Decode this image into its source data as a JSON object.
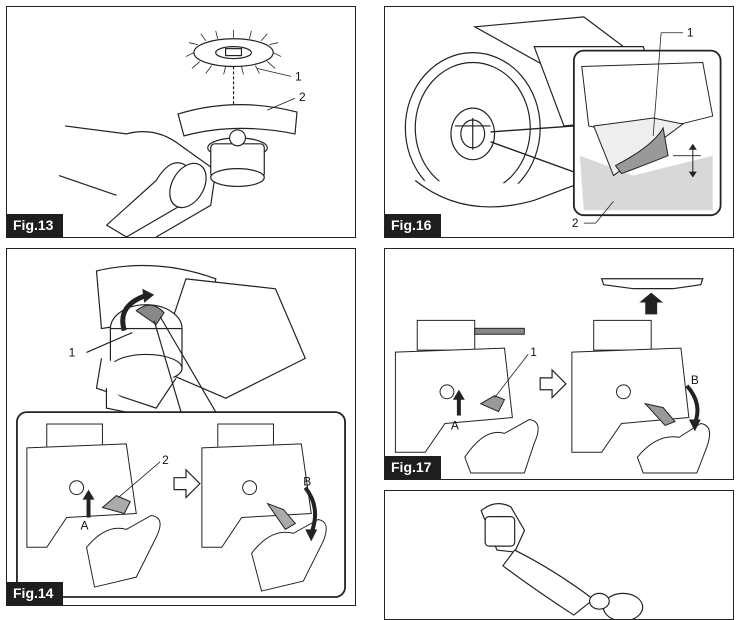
{
  "figures": {
    "fig13": {
      "label": "Fig.13",
      "callouts": [
        "1",
        "2"
      ]
    },
    "fig14": {
      "label": "Fig.14",
      "callouts": [
        "1",
        "2"
      ],
      "arrows": [
        "A",
        "B"
      ]
    },
    "fig16": {
      "label": "Fig.16",
      "callouts": [
        "1",
        "2"
      ]
    },
    "fig17": {
      "label": "Fig.17",
      "callouts": [
        "1"
      ],
      "arrows": [
        "A",
        "B"
      ]
    }
  }
}
